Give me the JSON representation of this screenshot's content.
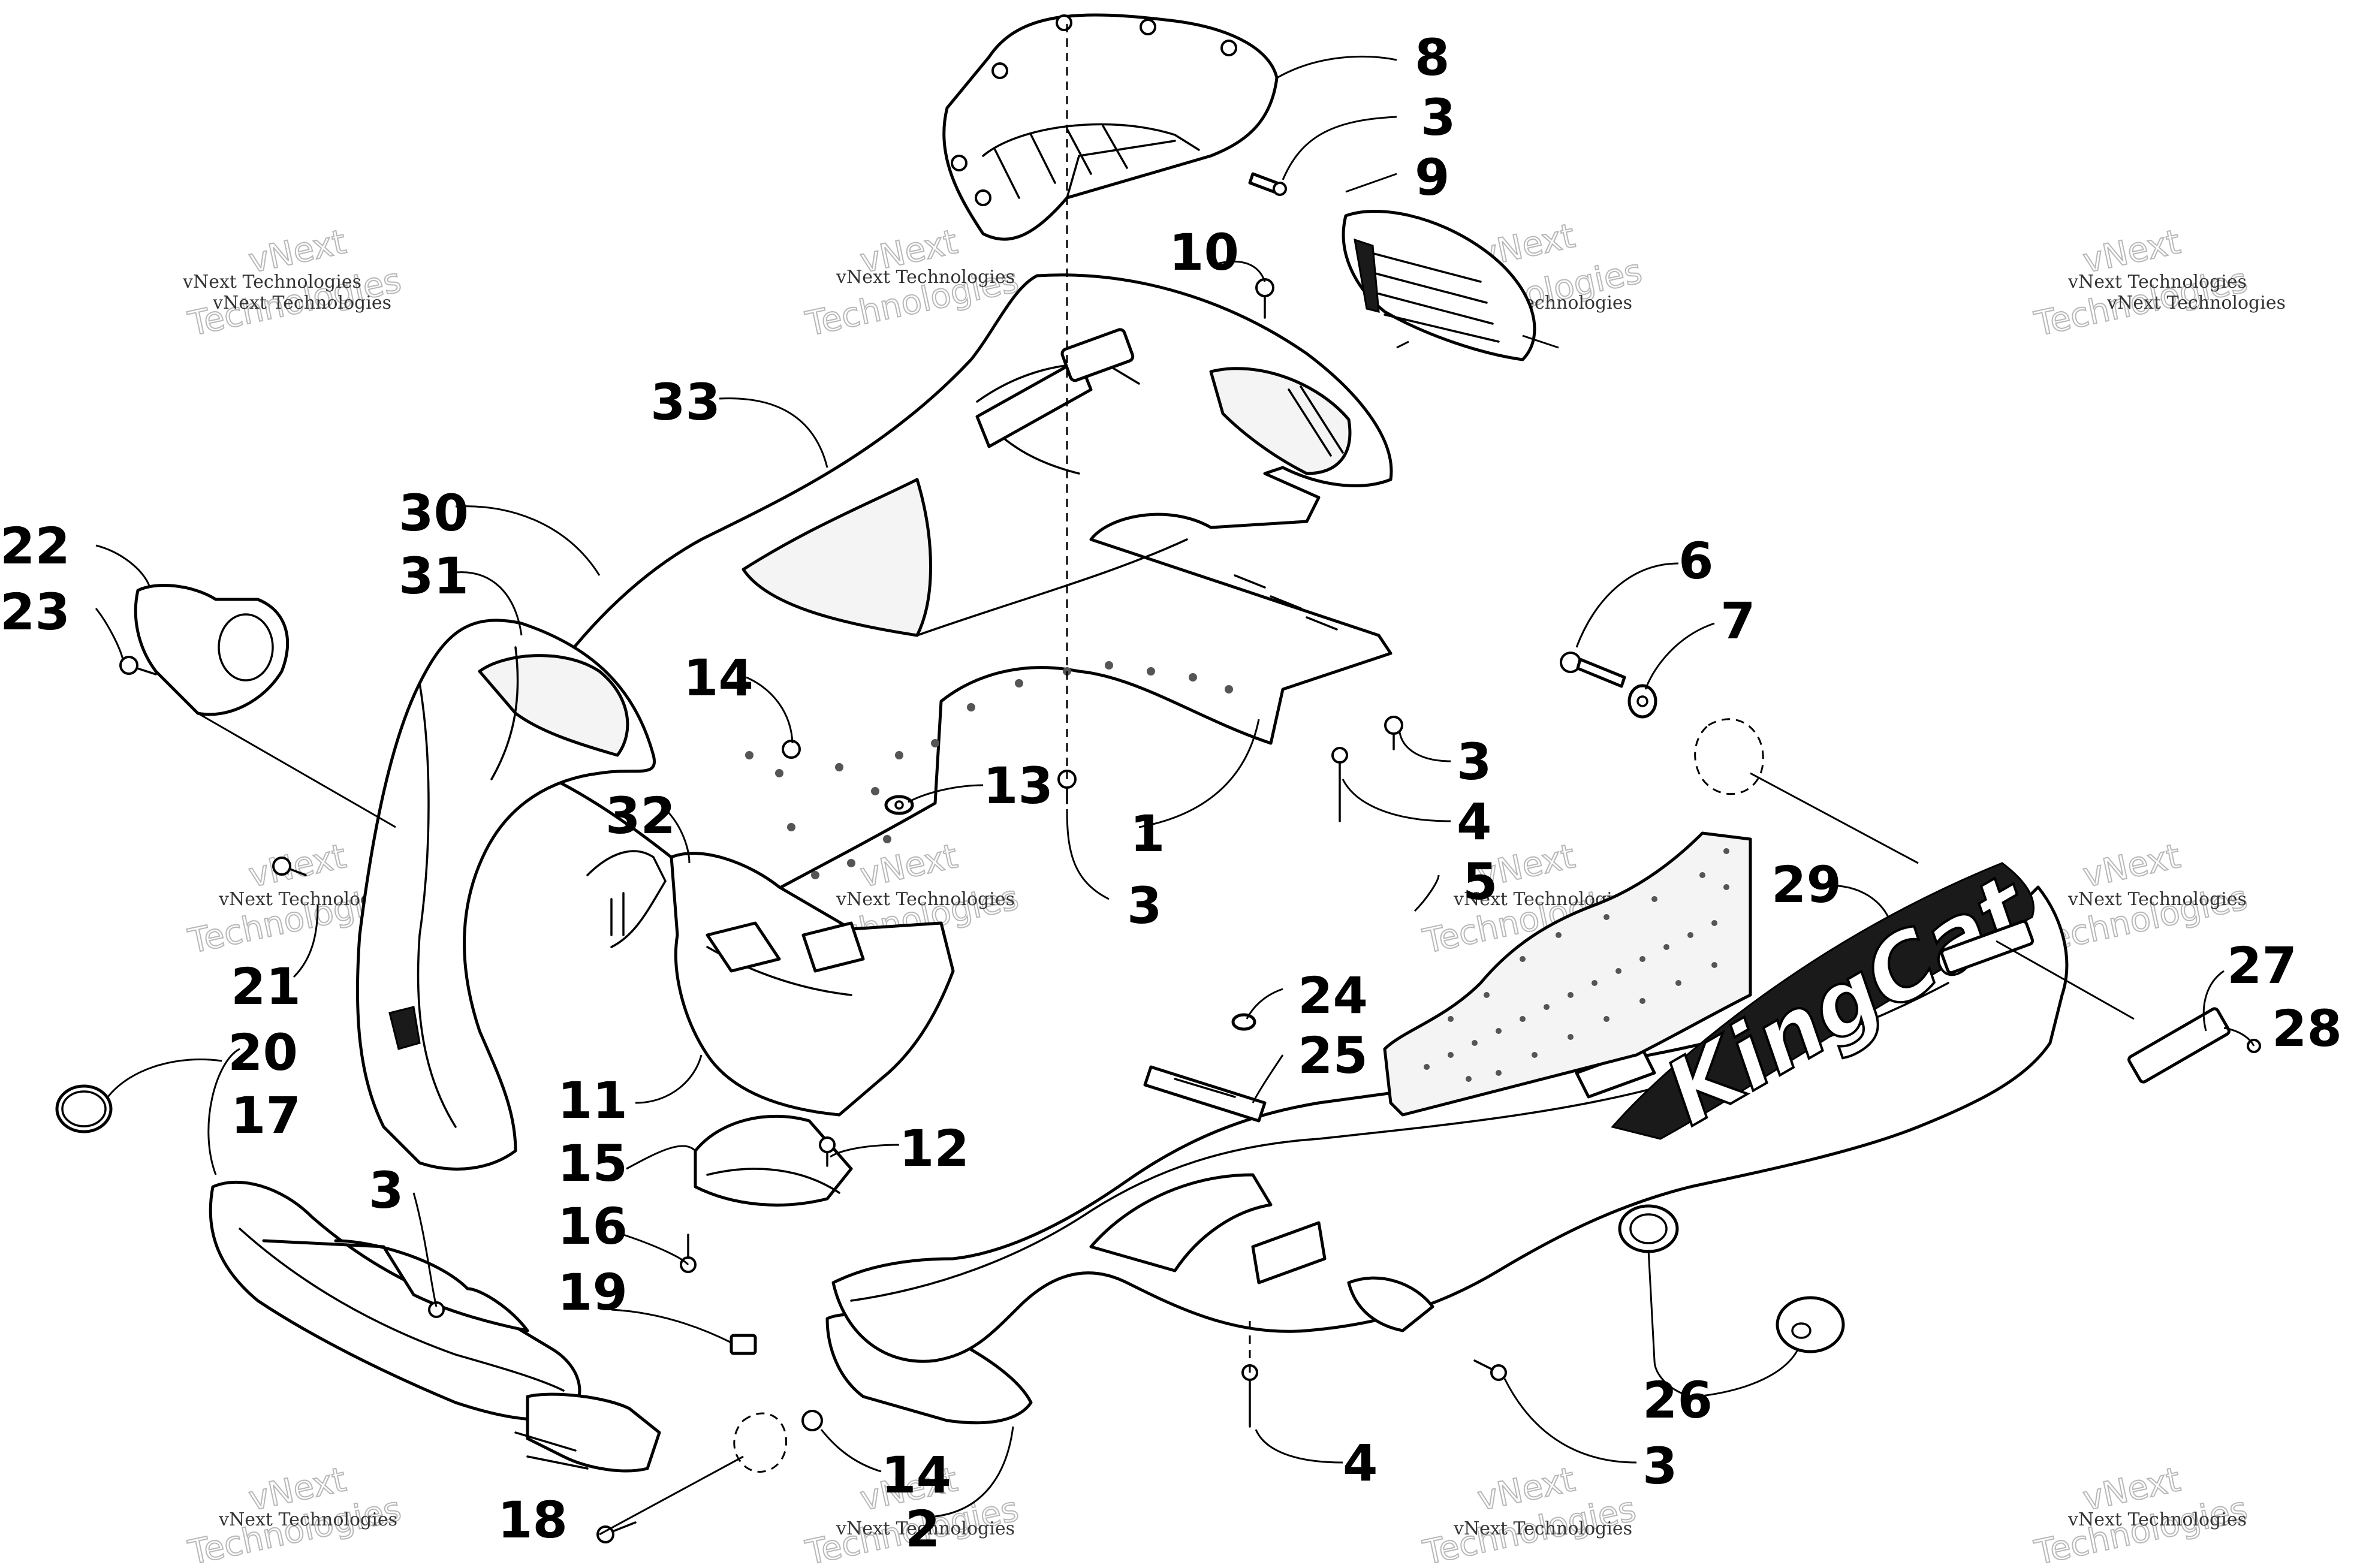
{
  "watermark": {
    "line1": "vNext Technologies",
    "line2_a": "vNext",
    "line2_b": "Technologies"
  },
  "decal": {
    "brand": "KingCat"
  },
  "callouts": {
    "c1": "1",
    "c2": "2",
    "c3a": "3",
    "c3b": "3",
    "c3c": "3",
    "c3d": "3",
    "c3e": "3",
    "c4a": "4",
    "c4b": "4",
    "c5": "5",
    "c6": "6",
    "c7": "7",
    "c8": "8",
    "c9": "9",
    "c10": "10",
    "c11": "11",
    "c12": "12",
    "c13": "13",
    "c14a": "14",
    "c14b": "14",
    "c15": "15",
    "c16": "16",
    "c17": "17",
    "c18": "18",
    "c19": "19",
    "c20": "20",
    "c21": "21",
    "c22": "22",
    "c23": "23",
    "c24": "24",
    "c25": "25",
    "c26": "26",
    "c27": "27",
    "c28": "28",
    "c29": "29",
    "c30": "30",
    "c31": "31",
    "c32": "32",
    "c33": "33"
  }
}
